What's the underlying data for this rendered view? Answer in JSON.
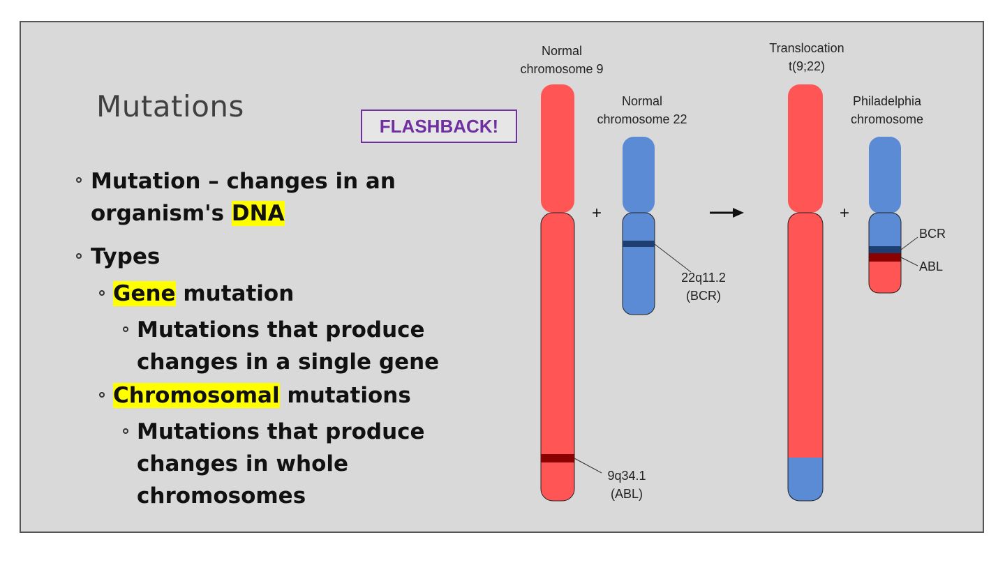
{
  "slide": {
    "title": "Mutations",
    "flashback": "FLASHBACK!",
    "bullets": {
      "b1_pre": "Mutation – changes in an",
      "b1_line2_pre": "organism's ",
      "b1_hl": "DNA",
      "b2": "Types",
      "b3_hl": "Gene",
      "b3_post": " mutation",
      "b4_l1": "Mutations that produce",
      "b4_l2": "changes in a single gene",
      "b5_hl": "Chromosomal",
      "b5_post": " mutations",
      "b6_l1": "Mutations that produce",
      "b6_l2": "changes in whole",
      "b6_l3": "chromosomes"
    }
  },
  "diagram": {
    "normal9": [
      "Normal",
      "chromosome 9"
    ],
    "normal22": [
      "Normal",
      "chromosome 22"
    ],
    "translocation": [
      "Translocation",
      "t(9;22)"
    ],
    "philadelphia": [
      "Philadelphia",
      "chromosome"
    ],
    "plus": "+",
    "arrow": "→",
    "band22": [
      "22q11.2",
      "(BCR)"
    ],
    "band9": [
      "9q34.1",
      "(ABL)"
    ],
    "bcr": "BCR",
    "abl": "ABL",
    "colors": {
      "chr9": "#ff5555",
      "chr22": "#5b8bd4",
      "abl_band": "#8b0000",
      "bcr_band": "#1f3f72",
      "highlight": "#ffff00",
      "flashback": "#7030a0"
    }
  }
}
